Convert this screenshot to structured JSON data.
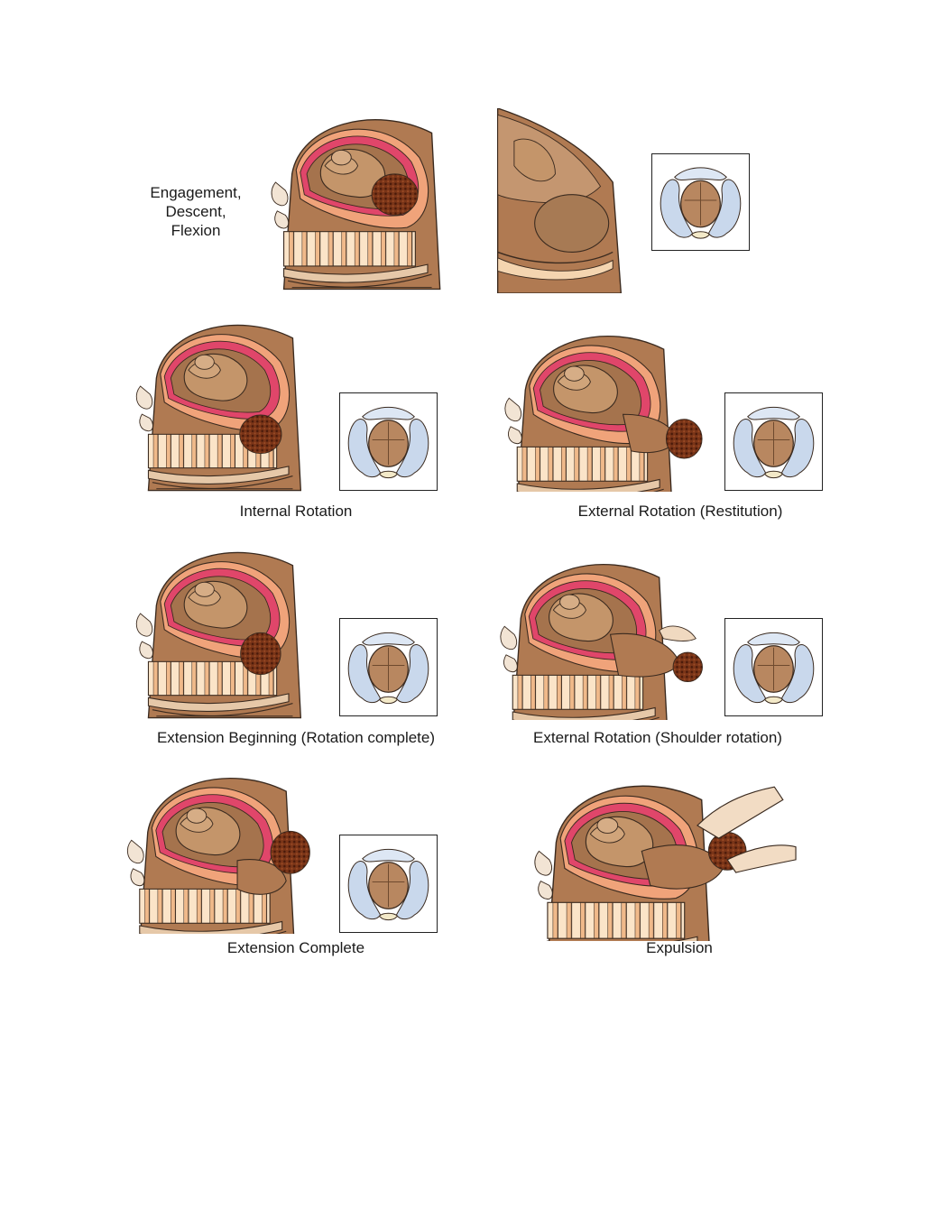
{
  "panels": [
    {
      "id": "engagement",
      "label_lines": [
        "Engagement,",
        "Descent,",
        "Flexion"
      ]
    },
    {
      "id": "engagement-b",
      "label": ""
    },
    {
      "id": "internal-rotation",
      "label": "Internal Rotation"
    },
    {
      "id": "external-rotation-restitution",
      "label": "External Rotation (Restitution)"
    },
    {
      "id": "extension-beginning",
      "label": "Extension Beginning (Rotation complete)"
    },
    {
      "id": "external-rotation-shoulder",
      "label": "External Rotation (Shoulder rotation)"
    },
    {
      "id": "extension-complete",
      "label": "Extension Complete"
    },
    {
      "id": "expulsion",
      "label": "Expulsion"
    }
  ],
  "colors": {
    "skin_body": "#b07a52",
    "skin_light": "#c9a07a",
    "uterus_pink": "#e0466a",
    "uterus_orange": "#f0a37a",
    "fetus": "#c4956a",
    "hair": "#6b2e14",
    "spine": "#f4d5b0",
    "pelvis_blue": "#c9d8ec",
    "outline": "#3a2a1f"
  }
}
